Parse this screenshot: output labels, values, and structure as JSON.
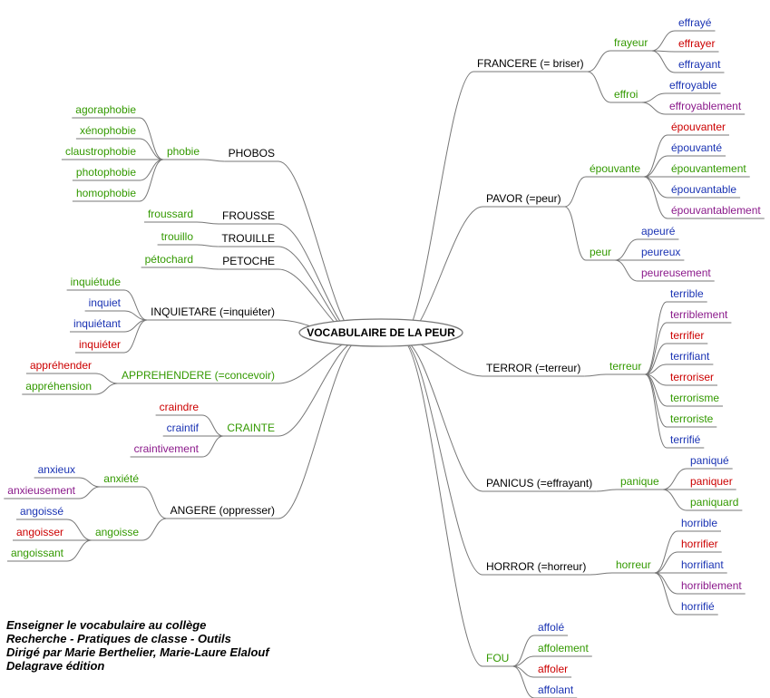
{
  "colors": {
    "black": "#000000",
    "green": "#339900",
    "blue": "#1a33b3",
    "red": "#cc0000",
    "purple": "#8b1a8b",
    "line": "#777777"
  },
  "center": {
    "label": "VOCABULAIRE DE LA PEUR"
  },
  "labels": {
    "francere": "FRANCERE (= briser)",
    "frayeur": "frayeur",
    "effraye": "effrayé",
    "effrayer": "effrayer",
    "effrayant": "effrayant",
    "effroi": "effroi",
    "effroyable": "effroyable",
    "effroyablement": "effroyablement",
    "pavor": "PAVOR (=peur)",
    "epouvante": "épouvante",
    "epouvanter": "épouvanter",
    "epouvante2": "épouvanté",
    "epouvantement": "épouvantement",
    "epouvantable": "épouvantable",
    "epouvantablement": "épouvantablement",
    "peur": "peur",
    "apeure": "apeuré",
    "peureux": "peureux",
    "peureusement": "peureusement",
    "terror": "TERROR (=terreur)",
    "terreur": "terreur",
    "terrible": "terrible",
    "terriblement": "terriblement",
    "terrifier": "terrifier",
    "terrifiant": "terrifiant",
    "terroriser": "terroriser",
    "terrorisme": "terrorisme",
    "terroriste": "terroriste",
    "terrifie": "terrifié",
    "panicus": "PANICUS (=effrayant)",
    "panique": "panique",
    "panique2": "paniqué",
    "paniquer": "paniquer",
    "paniquard": "paniquard",
    "horror": "HORROR (=horreur)",
    "horreur": "horreur",
    "horrible": "horrible",
    "horrifier": "horrifier",
    "horrifiant": "horrifiant",
    "horriblement": "horriblement",
    "horrifie": "horrifié",
    "fou": "FOU",
    "affole": "affolé",
    "affolement": "affolement",
    "affoler": "affoler",
    "affolant": "affolant",
    "phobos": "PHOBOS",
    "phobie": "phobie",
    "agoraphobie": "agoraphobie",
    "xenophobie": "xénophobie",
    "claustrophobie": "claustrophobie",
    "photophobie": "photophobie",
    "homophobie": "homophobie",
    "frousse": "FROUSSE",
    "froussard": "froussard",
    "trouille": "TROUILLE",
    "trouillo": "trouillo",
    "petoche": "PETOCHE",
    "petochard": "pétochard",
    "inquietare": "INQUIETARE (=inquiéter)",
    "inquietude": "inquiétude",
    "inquiet": "inquiet",
    "inquietant": "inquiétant",
    "inquieter": "inquiéter",
    "apprehendere": "APPREHENDERE (=concevoir)",
    "apprehender": "appréhender",
    "apprehension": "appréhension",
    "crainte": "CRAINTE",
    "craindre": "craindre",
    "craintif": "craintif",
    "craintivement": "craintivement",
    "angere": "ANGERE (oppresser)",
    "anxiete": "anxiété",
    "anxieux": "anxieux",
    "anxieusement": "anxieusement",
    "angoisse": "angoisse",
    "angoisse2": "angoissé",
    "angoisser": "angoisser",
    "angoissant": "angoissant"
  },
  "credits": [
    "Enseigner le vocabulaire au collège",
    "Recherche - Pratiques de classe - Outils",
    "Dirigé par Marie Berthelier, Marie-Laure Elalouf",
    "Delagrave édition"
  ]
}
